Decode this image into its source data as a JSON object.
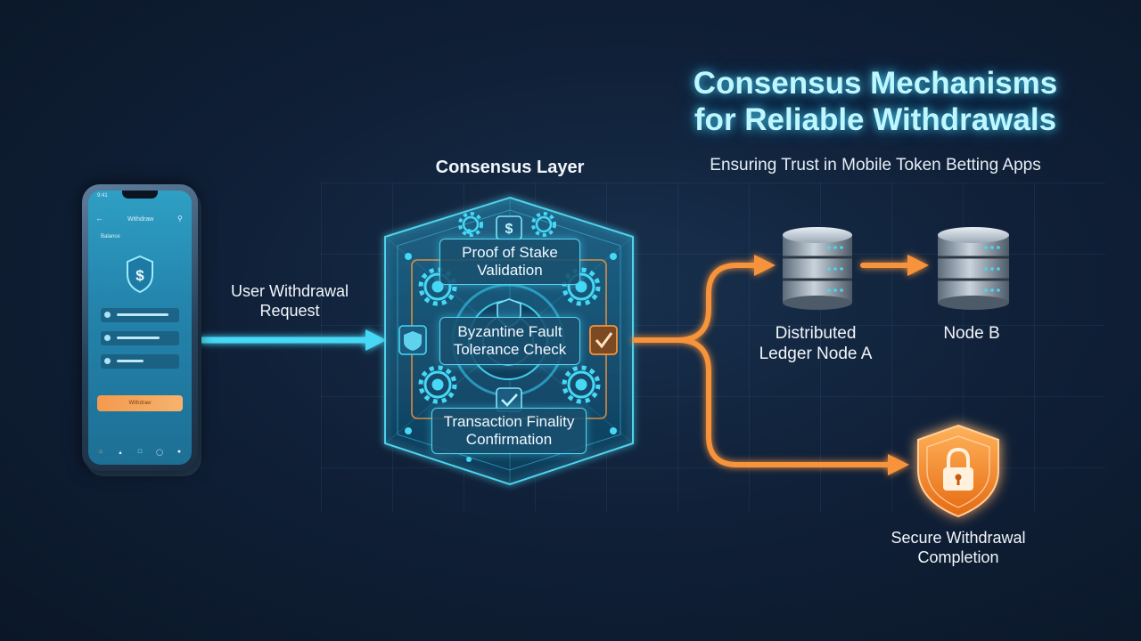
{
  "title": {
    "line1": "Consensus Mechanisms",
    "line2": "for Reliable Withdrawals"
  },
  "subtitle": "Ensuring Trust in Mobile Token Betting Apps",
  "consensus_layer": {
    "title": "Consensus Layer",
    "steps": [
      {
        "line1": "Proof of Stake",
        "line2": "Validation",
        "icon": "dollar-icon"
      },
      {
        "line1": "Byzantine Fault",
        "line2": "Tolerance Check",
        "icon": "shield-icon"
      },
      {
        "line1": "Transaction Finality",
        "line2": "Confirmation",
        "icon": "check-icon"
      }
    ]
  },
  "request_label": {
    "line1": "User Withdrawal",
    "line2": "Request"
  },
  "node_a": {
    "line1": "Distributed",
    "line2": "Ledger Node A",
    "icon": "server-stack-icon"
  },
  "node_b": {
    "label": "Node B",
    "icon": "server-stack-icon"
  },
  "secure_completion": {
    "line1": "Secure Withdrawal",
    "line2": "Completion",
    "icon": "padlock-shield-icon"
  },
  "phone": {
    "time": "9:41",
    "header_title": "Withdraw",
    "section_label": "Balance",
    "button_label": "Withdraw"
  },
  "colors": {
    "cyan_accent": "#46d8f5",
    "orange_accent": "#f7933a",
    "title_glow": "#bff6ff",
    "background": "#102038"
  }
}
